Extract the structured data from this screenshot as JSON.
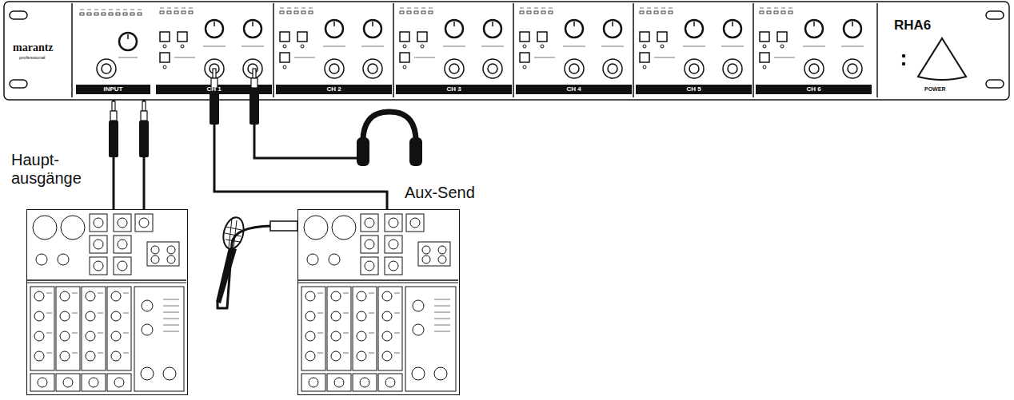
{
  "diagram": {
    "nodes": [
      {
        "text": [
          "RHA6",
          "POWER"
        ]
      },
      {
        "text": [
          "Haupt- ausgänge"
        ]
      },
      {
        "text": [
          "Aux-Send"
        ]
      }
    ],
    "edges": [
      {
        "from": 0,
        "to": 1,
        "arrow": "none"
      },
      {
        "from": 0,
        "to": 1,
        "arrow": "none"
      },
      {
        "from": 0,
        "to": 2,
        "arrow": "none"
      }
    ],
    "labels": [
      "marantz",
      "professional",
      "INPUT",
      "CH 1",
      "CH 2",
      "CH 3",
      "CH 4",
      "CH 5",
      "CH 6"
    ]
  }
}
